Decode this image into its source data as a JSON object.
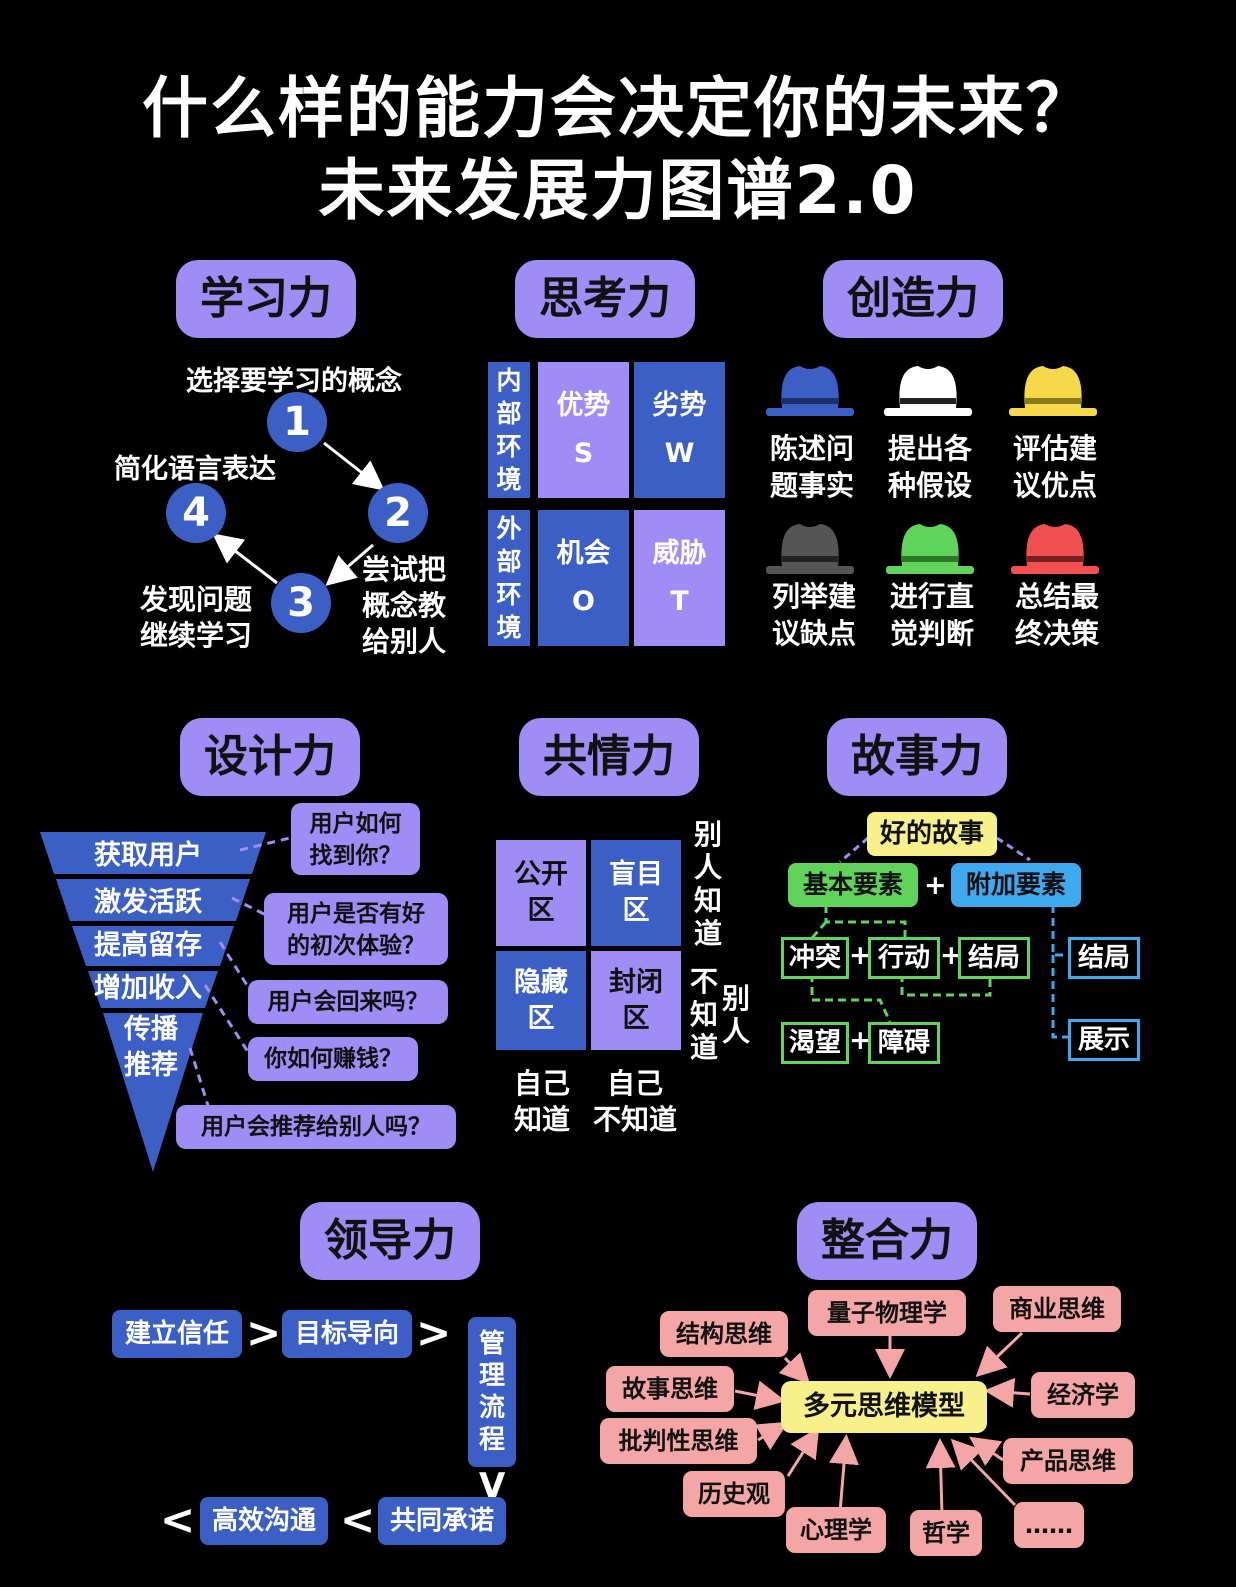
{
  "title": {
    "line1": "什么样的能力会决定你的未来？",
    "line2": "未来发展力图谱2.0"
  },
  "sections": {
    "learning": "学习力",
    "thinking": "思考力",
    "creativity": "创造力",
    "design": "设计力",
    "empathy": "共情力",
    "story": "故事力",
    "leadership": "领导力",
    "integration": "整合力"
  },
  "learning": {
    "steps": [
      {
        "num": "1",
        "label": "选择要学习的概念"
      },
      {
        "num": "2",
        "label": "尝试把概念教给别人"
      },
      {
        "num": "3",
        "label": "发现问题继续学习"
      },
      {
        "num": "4",
        "label": "简化语言表达"
      }
    ],
    "label2_lines": [
      "尝试把",
      "概念教",
      "给别人"
    ],
    "label3_lines": [
      "发现问题",
      "继续学习"
    ]
  },
  "swot": {
    "internal": "内部环境",
    "external": "外部环境",
    "cells": [
      {
        "name": "优势",
        "letter": "S"
      },
      {
        "name": "劣势",
        "letter": "W"
      },
      {
        "name": "机会",
        "letter": "O"
      },
      {
        "name": "威胁",
        "letter": "T"
      }
    ]
  },
  "hats": [
    {
      "color": "#3b5fc4",
      "line1": "陈述问",
      "line2": "题事实"
    },
    {
      "color": "#ffffff",
      "line1": "提出各",
      "line2": "种假设"
    },
    {
      "color": "#f5d94a",
      "line1": "评估建",
      "line2": "议优点"
    },
    {
      "color": "#555555",
      "line1": "列举建",
      "line2": "议缺点"
    },
    {
      "color": "#5fd35a",
      "line1": "进行直",
      "line2": "觉判断"
    },
    {
      "color": "#f05050",
      "line1": "总结最",
      "line2": "终决策"
    }
  ],
  "design": {
    "funnel": [
      "获取用户",
      "激发活跃",
      "提高留存",
      "增加收入",
      "传播推荐"
    ],
    "funnel_last_lines": [
      "传播",
      "推荐"
    ],
    "questions": [
      {
        "lines": [
          "用户如何",
          "找到你？"
        ]
      },
      {
        "lines": [
          "用户是否有好",
          "的初次体验？"
        ]
      },
      {
        "lines": [
          "用户会回来吗？"
        ]
      },
      {
        "lines": [
          "你如何赚钱？"
        ]
      },
      {
        "lines": [
          "用户会推荐给别人吗？"
        ]
      }
    ]
  },
  "johari": {
    "cells": [
      {
        "l1": "公开",
        "l2": "区"
      },
      {
        "l1": "盲目",
        "l2": "区"
      },
      {
        "l1": "隐藏",
        "l2": "区"
      },
      {
        "l1": "封闭",
        "l2": "区"
      }
    ],
    "others_know": "别人知道",
    "others_unknown_a": "不知道",
    "others_unknown_b": "别人",
    "self_know_lines": [
      "自己",
      "知道"
    ],
    "self_unknown_lines": [
      "自己",
      "不知道"
    ]
  },
  "story": {
    "root": "好的故事",
    "basic": "基本要素",
    "extra": "附加要素",
    "plus": "+",
    "basic_items": [
      "冲突",
      "行动",
      "结局"
    ],
    "sub_items": [
      "渴望",
      "障碍"
    ],
    "extra_items": [
      "结局",
      "展示"
    ]
  },
  "leadership": {
    "steps": [
      "建立信任",
      "目标导向",
      "管理流程",
      "共同承诺",
      "高效沟通"
    ],
    "manage_chars": [
      "管",
      "理",
      "流",
      "程"
    ],
    "gt": ">",
    "lt": "<",
    "v": "V"
  },
  "integration": {
    "center": "多元思维模型",
    "items": [
      "结构思维",
      "量子物理学",
      "商业思维",
      "故事思维",
      "经济学",
      "批判性思维",
      "产品思维",
      "历史观",
      "心理学",
      "哲学",
      "……"
    ]
  }
}
